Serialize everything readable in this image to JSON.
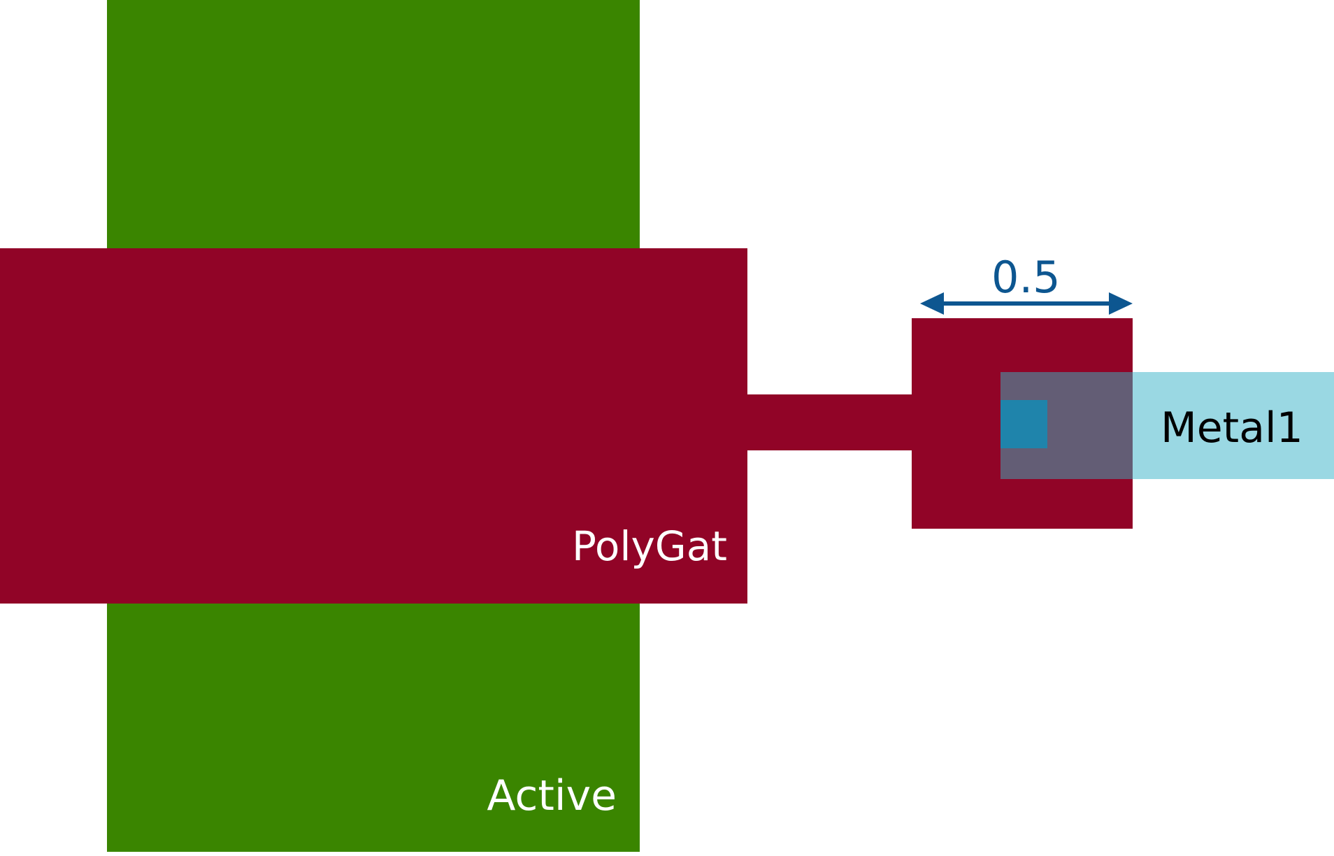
{
  "diagram": {
    "layers": {
      "active": {
        "name": "Active",
        "color": "#3a8500"
      },
      "polygat": {
        "name": "PolyGat",
        "color": "#910427"
      },
      "metal1": {
        "name": "Metal1",
        "color": "#9ad8e3"
      },
      "overlap": {
        "color": "#635d75"
      },
      "contact": {
        "color": "#1f84ab"
      }
    },
    "dimension": {
      "value": "0.5",
      "color": "#0d5690"
    }
  }
}
